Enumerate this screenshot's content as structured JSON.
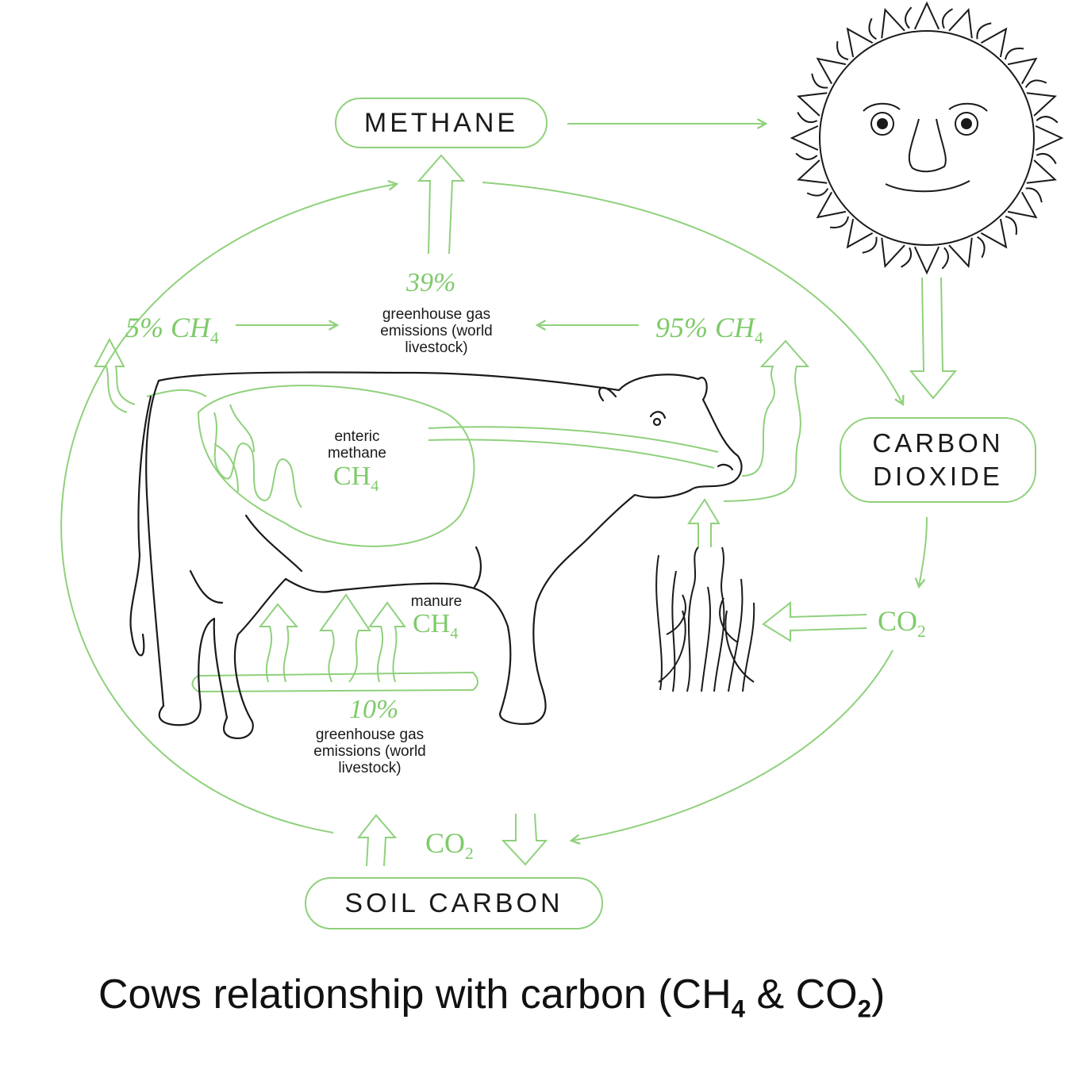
{
  "colors": {
    "accent_green": "#7fca6b",
    "ink": "#111111"
  },
  "nodes": {
    "methane": "METHANE",
    "carbon_dioxide_line1": "CARBON",
    "carbon_dioxide_line2": "DIOXIDE",
    "soil_carbon": "SOIL CARBON"
  },
  "labels": {
    "pct_39": "39%",
    "ghg_top_line1": "greenhouse gas",
    "ghg_top_line2": "emissions (world",
    "ghg_top_line3": "livestock)",
    "ch4_5_pct": "5% CH",
    "ch4_95_pct": "95% CH",
    "sub_4": "4",
    "enteric_line1": "enteric",
    "enteric_line2": "methane",
    "ch4_symbol": "CH",
    "manure": "manure",
    "pct_10": "10%",
    "ghg_bottom_line1": "greenhouse gas",
    "ghg_bottom_line2": "emissions (world",
    "ghg_bottom_line3": "livestock)",
    "co2_symbol": "CO",
    "sub_2": "2"
  },
  "title": {
    "main": "Cows relationship with carbon (CH",
    "sub4": "4",
    "amp_co": " & CO",
    "sub2": "2",
    "close": ")"
  },
  "illustrations": [
    "sun-face-icon",
    "cow-illustration",
    "grass-icon"
  ]
}
